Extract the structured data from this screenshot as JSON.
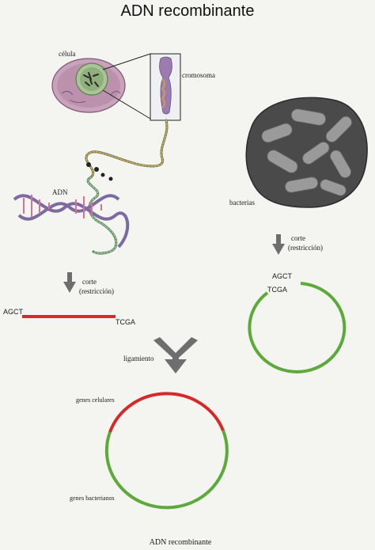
{
  "title": "ADN recombinante",
  "labels": {
    "cell": "célula",
    "chromosome": "cromosoma",
    "dna": "ADN",
    "bacteria": "bacterias",
    "cut_left": "corte",
    "cut_left_sub": "(restricción)",
    "cut_right": "corte",
    "cut_right_sub": "(restricción)",
    "seq_left_start": "AGCT",
    "seq_left_end": "TCGA",
    "seq_right_top": "AGCT",
    "seq_right_bottom": "TCGA",
    "ligation": "ligamiento",
    "cell_genes": "genes celulares",
    "bacterial_genes": "genes bacterianos",
    "result": "ADN recombinante"
  },
  "colors": {
    "dna_red": "#d62a2a",
    "plasmid_green": "#5cab3a",
    "arrow_gray": "#6e6e6e",
    "cell_purple": "#b78aa8",
    "nucleus_green": "#8fb07a",
    "chromosome_purple": "#9b7bb0",
    "bacteria_dark": "#3a3a3a"
  }
}
